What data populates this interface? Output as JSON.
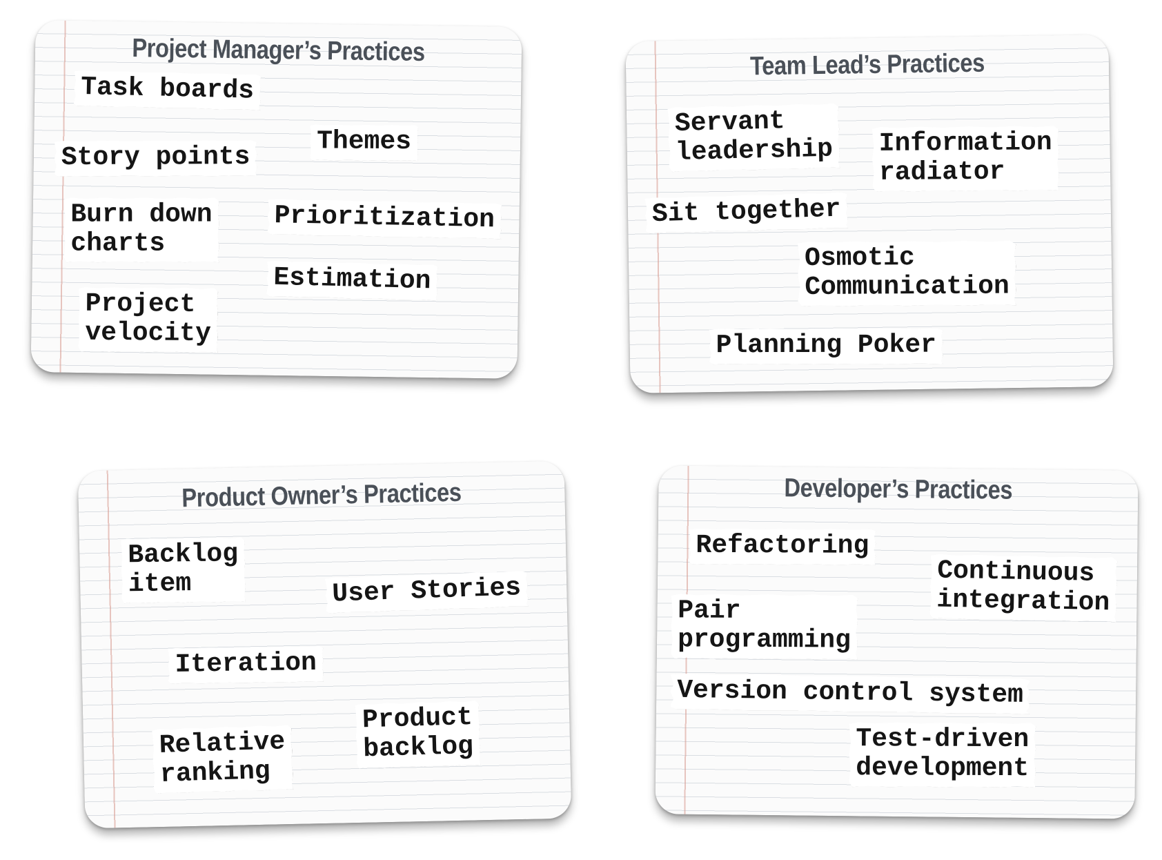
{
  "cards": [
    {
      "title": "Project Manager’s Practices",
      "notes": [
        "Task boards",
        "Themes",
        "Story points",
        "Burn down\ncharts",
        "Prioritization",
        "Estimation",
        "Project\nvelocity"
      ]
    },
    {
      "title": "Team Lead’s Practices",
      "notes": [
        "Servant\nleadership",
        "Information\nradiator",
        "Sit together",
        "Osmotic\nCommunication",
        "Planning Poker"
      ]
    },
    {
      "title": "Product Owner’s Practices",
      "notes": [
        "Backlog\nitem",
        "User Stories",
        "Iteration",
        "Product\nbacklog",
        "Relative\nranking"
      ]
    },
    {
      "title": "Developer’s Practices",
      "notes": [
        "Refactoring",
        "Continuous\nintegration",
        "Pair\nprogramming",
        "Version control system",
        "Test-driven\ndevelopment"
      ]
    }
  ]
}
